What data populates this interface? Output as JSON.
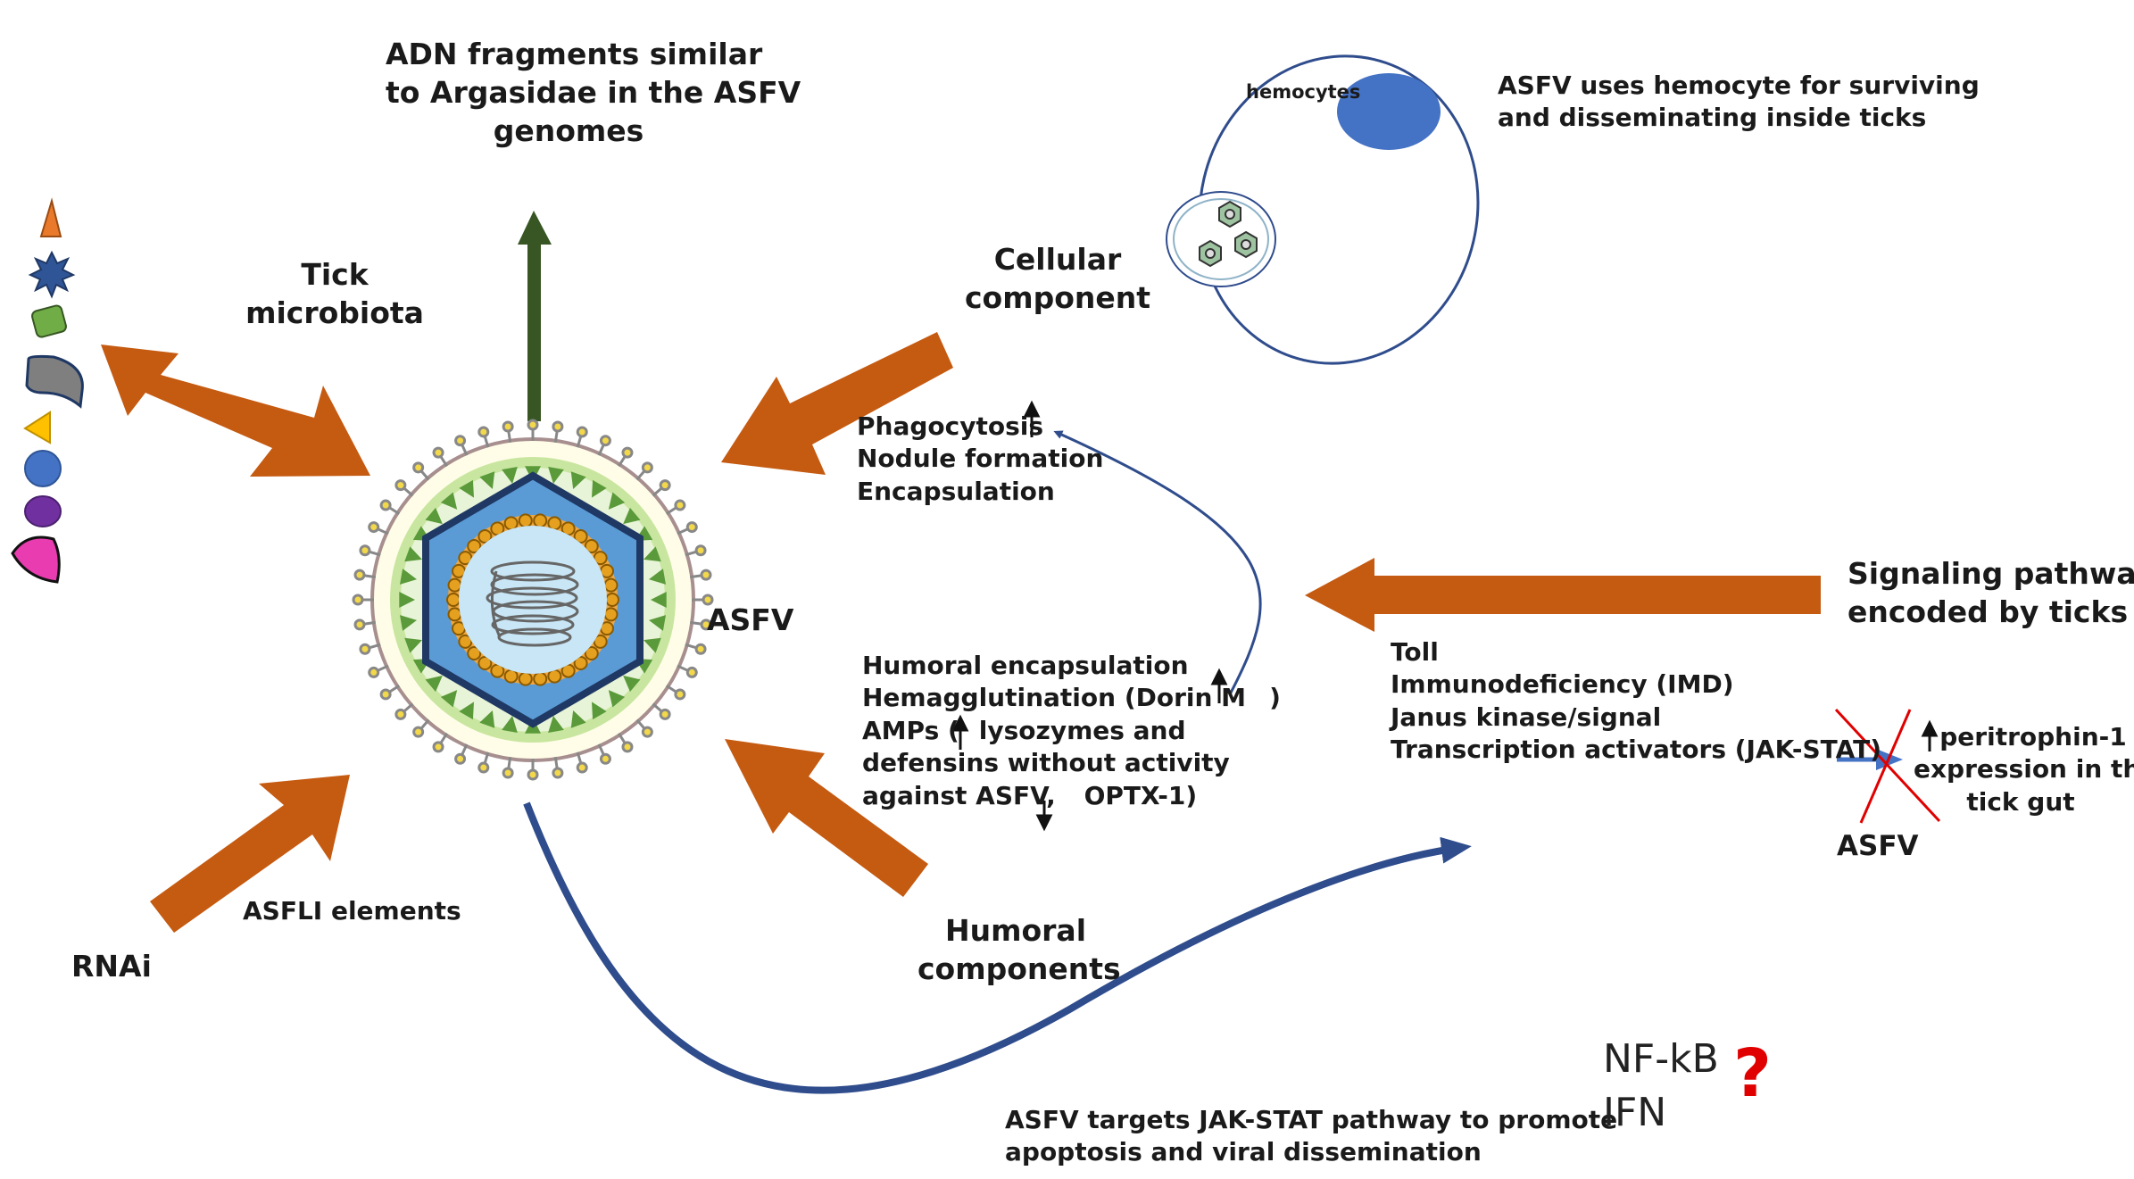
{
  "labels": {
    "adn_fragments": [
      "ADN fragments similar",
      "to Argasidae in the ASFV",
      "genomes"
    ],
    "tick_microbiota": [
      "Tick",
      "microbiota"
    ],
    "cellular_component": [
      "Cellular",
      "component"
    ],
    "hemocytes": "hemocytes",
    "hemocyte_note": [
      "ASFV uses hemocyte for surviving",
      "and disseminating inside ticks"
    ],
    "cellular_responses": [
      "Phagocytosis",
      "Nodule formation",
      "Encapsulation"
    ],
    "asfv": "ASFV",
    "signaling_pathways": [
      "Signaling pathways",
      "encoded by ticks"
    ],
    "pathways_list": [
      "Toll",
      "Immunodeficiency (IMD)",
      "Janus kinase/signal",
      "Transcription activators (JAK-STAT)"
    ],
    "humoral_list": [
      "Humoral encapsulation",
      "Hemagglutination (Dorin M",
      "AMPs (",
      "lysozymes and",
      "defensins without activity",
      "against ASFV, ",
      "OPTX-1)"
    ],
    "peritrophin": [
      "peritrophin-1",
      "expression in the",
      "tick gut"
    ],
    "asfv_crossed": "ASFV",
    "asfli": "ASFLI elements",
    "rnai": "RNAi",
    "humoral_components": [
      "Humoral",
      "components"
    ],
    "jak_stat_note": [
      "ASFV targets JAK-STAT pathway to promote",
      "apoptosis and viral dissemination"
    ],
    "nfkb": "NF-kB",
    "ifn": "IFN",
    "question": "?"
  },
  "colors": {
    "orange_arrow": "#c55a11",
    "green_arrow": "#375623",
    "blue_curve": "#2f4c8c",
    "red_cross": "#e00000"
  },
  "icons": [
    "triangle-orange",
    "star-blue",
    "square-green",
    "capsule-gray",
    "triangle-yellow",
    "circle-blue",
    "oval-purple",
    "drop-magenta"
  ]
}
